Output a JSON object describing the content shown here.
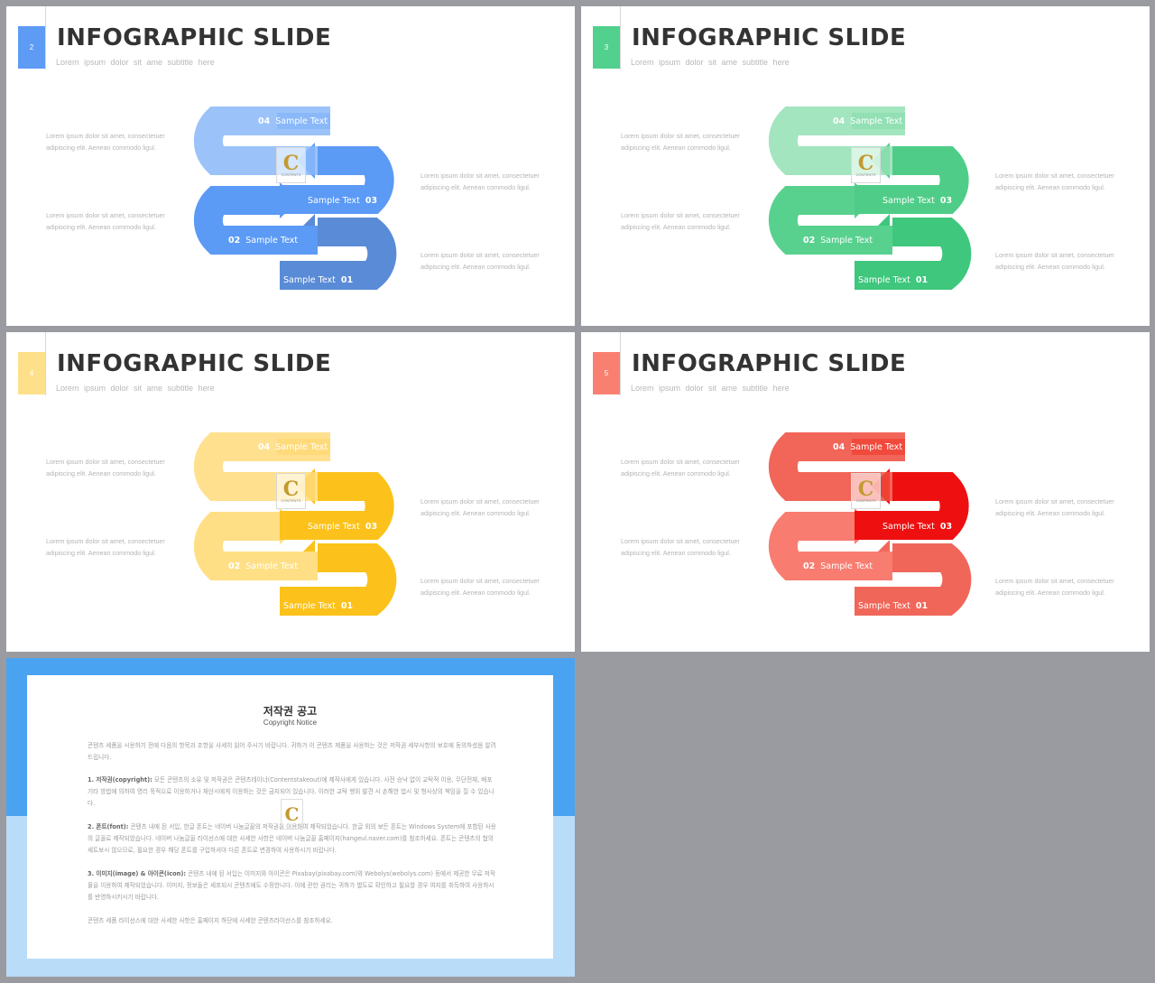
{
  "slides": [
    {
      "number": "2",
      "title": "INFOGRAPHIC SLIDE",
      "subtitle": "Lorem ipsum dolor sit ame subtitle here",
      "accent": "#5d9bf5",
      "colors": [
        "#5a8bd6",
        "#5b9af5",
        "#8cb5f5",
        "#5a8bd6"
      ],
      "labels": [
        {
          "num": "04",
          "text": "Sample Text"
        },
        {
          "num": "03",
          "text": "Sample Text"
        },
        {
          "num": "02",
          "text": "Sample Text"
        },
        {
          "num": "01",
          "text": "Sample Text"
        }
      ],
      "descriptions": [
        "Lorem ipsum dolor sit amet, consectetuer adipiscing elit. Aenean commodo ligul.",
        "Lorem ipsum dolor sit amet, consectetuer adipiscing elit. Aenean commodo ligul.",
        "Lorem ipsum dolor sit amet, consectetuer adipiscing elit. Aenean commodo ligul.",
        "Lorem ipsum dolor sit amet, consectetuer adipiscing elit. Aenean commodo ligul."
      ],
      "path_colors": {
        "p1": "#5a8bd6",
        "p2": "#5b9af5",
        "p3": "#5b9af5",
        "p4": "#8ab8f9"
      }
    },
    {
      "number": "3",
      "title": "INFOGRAPHIC SLIDE",
      "subtitle": "Lorem ipsum dolor sit ame subtitle here",
      "accent": "#52d08e",
      "labels": [
        {
          "num": "04",
          "text": "Sample Text"
        },
        {
          "num": "03",
          "text": "Sample Text"
        },
        {
          "num": "02",
          "text": "Sample Text"
        },
        {
          "num": "01",
          "text": "Sample Text"
        }
      ],
      "descriptions": [
        "Lorem ipsum dolor sit amet, consectetuer adipiscing elit. Aenean commodo ligul.",
        "Lorem ipsum dolor sit amet, consectetuer adipiscing elit. Aenean commodo ligul.",
        "Lorem ipsum dolor sit amet, consectetuer adipiscing elit. Aenean commodo ligul.",
        "Lorem ipsum dolor sit amet, consectetuer adipiscing elit. Aenean commodo ligul."
      ],
      "path_colors": {
        "p1": "#3ec77d",
        "p2": "#58d18f",
        "p3": "#4fcd88",
        "p4": "#92e0b4"
      }
    },
    {
      "number": "4",
      "title": "INFOGRAPHIC SLIDE",
      "subtitle": "Lorem ipsum dolor sit ame subtitle here",
      "accent": "#ffe08a",
      "labels": [
        {
          "num": "04",
          "text": "Sample Text"
        },
        {
          "num": "03",
          "text": "Sample Text"
        },
        {
          "num": "02",
          "text": "Sample Text"
        },
        {
          "num": "01",
          "text": "Sample Text"
        }
      ],
      "descriptions": [
        "Lorem ipsum dolor sit amet, consectetuer adipiscing elit. Aenean commodo ligul.",
        "Lorem ipsum dolor sit amet, consectetuer adipiscing elit. Aenean commodo ligul.",
        "Lorem ipsum dolor sit amet, consectetuer adipiscing elit. Aenean commodo ligul.",
        "Lorem ipsum dolor sit amet, consectetuer adipiscing elit. Aenean commodo ligul."
      ],
      "path_colors": {
        "p1": "#fcc21b",
        "p2": "#ffdf85",
        "p3": "#fcc21b",
        "p4": "#ffda7a"
      }
    },
    {
      "number": "5",
      "title": "INFOGRAPHIC SLIDE",
      "subtitle": "Lorem ipsum dolor sit ame subtitle here",
      "accent": "#f98070",
      "labels": [
        {
          "num": "04",
          "text": "Sample Text"
        },
        {
          "num": "03",
          "text": "Sample Text"
        },
        {
          "num": "02",
          "text": "Sample Text"
        },
        {
          "num": "01",
          "text": "Sample Text"
        }
      ],
      "descriptions": [
        "Lorem ipsum dolor sit amet, consectetuer adipiscing elit. Aenean commodo ligul.",
        "Lorem ipsum dolor sit amet, consectetuer adipiscing elit. Aenean commodo ligul.",
        "Lorem ipsum dolor sit amet, consectetuer adipiscing elit. Aenean commodo ligul.",
        "Lorem ipsum dolor sit amet, consectetuer adipiscing elit. Aenean commodo ligul."
      ],
      "path_colors": {
        "p1": "#f0675a",
        "p2": "#f87c70",
        "p3": "#ee1010",
        "p4": "#f04a3c"
      }
    }
  ],
  "logo": {
    "letter": "C",
    "caption": "CONTENTS"
  },
  "notice": {
    "title": "저작권 공고",
    "subtitle": "Copyright Notice",
    "p1": "콘텐츠 세품을 시용하기 전에 다음의 항목과 조항을 사세히 읽어 주시기 바랍니다. 귀하가 이 콘텐츠 제품을 사용하는 것은 저작권 세부사항의 보호에 동의하셨음 알려드립니다.",
    "p2_head": "1. 저작권(copyright):",
    "p2": " 모든 콘텐츠의 소유 및 저작권은 콘텐츠테이너(Contentstakeout)에 제작사에게 있습니다. 사전 승낙 없이 교탁적 이용, 무단전재, 배포 기타 방법에 의하여 영리 목적으로 이용하거나 재산시에게 이용하는 것은 금지되어 있습니다. 이러한 교탁 행위 발견 시 손해한 법시 및 형사상의 책임을 질 수 있습니다.",
    "p3_head": "2. 폰트(font):",
    "p3": " 콘텐츠 내에 된 서입, 한글 폰트는 네이버 나눔글꼴의 저작권을 이용하여 제작되었습니다. 한글 외의 보든 폰트는 Windows System에 포함된 사용의 글꼴로 제작되었습니다. 네이버 나눔글꼴 라이선스에 대한 사세한 사항은 네이버 나눔글꼴 홈페이지(hangeul.naver.com)를 참조하세요. 폰트는 콘텐츠의 협의 세트보시 않으므로, 필요한 경우 해당 폰트를 구입하셔야 다른 폰트로 변경하여 사용하시기 바랍니다.",
    "p4_head": "3. 이미지(image) & 아이콘(icon):",
    "p4": " 콘텐츠 내에 된 서입는 이미지와 아이콘은 Pixabay(pixabay.com)와 Webolys(webolys.com) 등에서 제공한 무료 저작물을 이용하여 제작되었습니다. 이미지, 정보들은 세포되시 콘텐츠에도 수정한니다. 이에 관한 권리는 귀하가 별도로 확인하고 필요할 경우 여지를 취득하여 사용하시를 반영하시키시기 바랍니다.",
    "p5": "콘텐츠 세품 라이선스에 대한 사세한 사항은 홈페이지 하단에 사세한 콘텐츠라이선스를 참조하세요."
  }
}
